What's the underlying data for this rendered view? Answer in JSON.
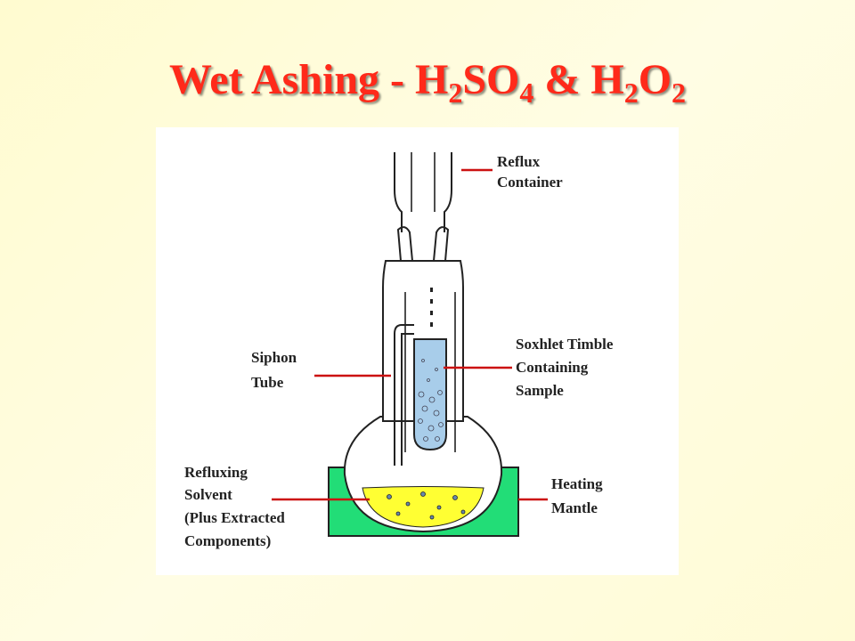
{
  "slide": {
    "title_prefix": "Wet Ashing - H",
    "title_sub1": "2",
    "title_mid1": "SO",
    "title_sub2": "4",
    "title_mid2": " & H",
    "title_sub3": "2",
    "title_mid3": "O",
    "title_sub4": "2"
  },
  "diagram": {
    "labels": {
      "reflux_1": "Reflux",
      "reflux_2": "Container",
      "siphon_1": "Siphon",
      "siphon_2": "Tube",
      "soxhlet_1": "Soxhlet Timble",
      "soxhlet_2": "Containing",
      "soxhlet_3": "Sample",
      "refluxing_1": "Refluxing",
      "refluxing_2": "Solvent",
      "refluxing_3": "(Plus Extracted",
      "refluxing_4": "Components)",
      "heating_1": "Heating",
      "heating_2": "Mantle"
    },
    "colors": {
      "title": "#ff2a1a",
      "leader_lines": "#cc1111",
      "mantle": "#22dd77",
      "solvent": "#ffff33",
      "thimble_fill": "#a8cdea"
    }
  }
}
